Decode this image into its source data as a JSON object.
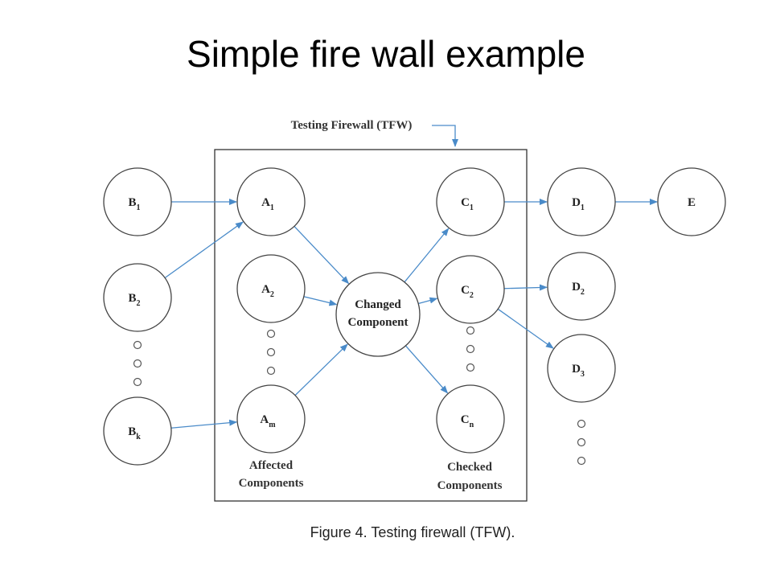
{
  "title": "Simple fire wall example",
  "firewall_label": "Testing Firewall (TFW)",
  "caption": "Figure 4. Testing firewall (TFW).",
  "groups": {
    "affected": [
      "Affected",
      "Components"
    ],
    "checked": [
      "Checked",
      "Components"
    ]
  },
  "center": [
    "Changed",
    "Component"
  ],
  "nodes": [
    {
      "id": "B1",
      "main": "B",
      "sub": "1"
    },
    {
      "id": "B2",
      "main": "B",
      "sub": "2"
    },
    {
      "id": "Bk",
      "main": "B",
      "sub": "k"
    },
    {
      "id": "A1",
      "main": "A",
      "sub": "1"
    },
    {
      "id": "A2",
      "main": "A",
      "sub": "2"
    },
    {
      "id": "Am",
      "main": "A",
      "sub": "m"
    },
    {
      "id": "C1",
      "main": "C",
      "sub": "1"
    },
    {
      "id": "C2",
      "main": "C",
      "sub": "2"
    },
    {
      "id": "Cn",
      "main": "C",
      "sub": "n"
    },
    {
      "id": "D1",
      "main": "D",
      "sub": "1"
    },
    {
      "id": "D2",
      "main": "D",
      "sub": "2"
    },
    {
      "id": "D3",
      "main": "D",
      "sub": "3"
    },
    {
      "id": "E",
      "main": "E",
      "sub": ""
    }
  ],
  "edges": [
    [
      "B1",
      "A1"
    ],
    [
      "B2",
      "A1"
    ],
    [
      "Bk",
      "Am"
    ],
    [
      "A1",
      "CC"
    ],
    [
      "A2",
      "CC"
    ],
    [
      "Am",
      "CC"
    ],
    [
      "CC",
      "C1"
    ],
    [
      "CC",
      "C2"
    ],
    [
      "CC",
      "Cn"
    ],
    [
      "C1",
      "D1"
    ],
    [
      "D1",
      "E"
    ],
    [
      "C2",
      "D2"
    ],
    [
      "C2",
      "D3"
    ]
  ],
  "colors": {
    "arrow": "#4a8bc9",
    "node_stroke": "#444444"
  }
}
